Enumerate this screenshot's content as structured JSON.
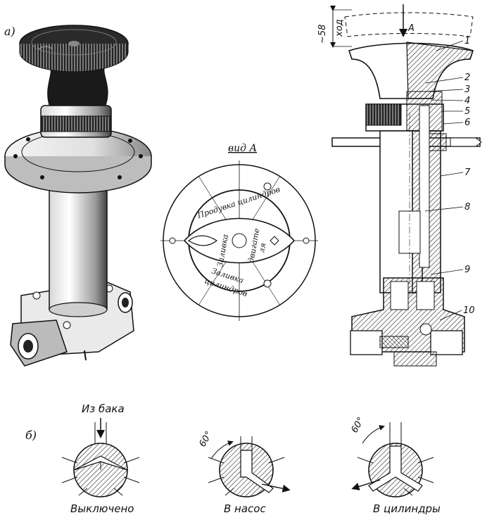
{
  "labels": {
    "part_a": "a)",
    "part_b": "б)",
    "view": "вид А",
    "arrow_a": "А",
    "travel_value": "~58",
    "travel_word": "ход"
  },
  "part_numbers": [
    "1",
    "2",
    "3",
    "4",
    "5",
    "6",
    "7",
    "8",
    "9",
    "10"
  ],
  "dial_text": {
    "top": "Продувка цилиндров",
    "left": "Заливка",
    "right_1": "двигате",
    "right_2": "ля",
    "bottom_1": "Заливка",
    "bottom_2": "цилиндров"
  },
  "positions": {
    "from_tank": "Из бака",
    "off": "Выключено",
    "pump": "В насос",
    "cylinders": "В цилиндры",
    "angle": "60°"
  }
}
